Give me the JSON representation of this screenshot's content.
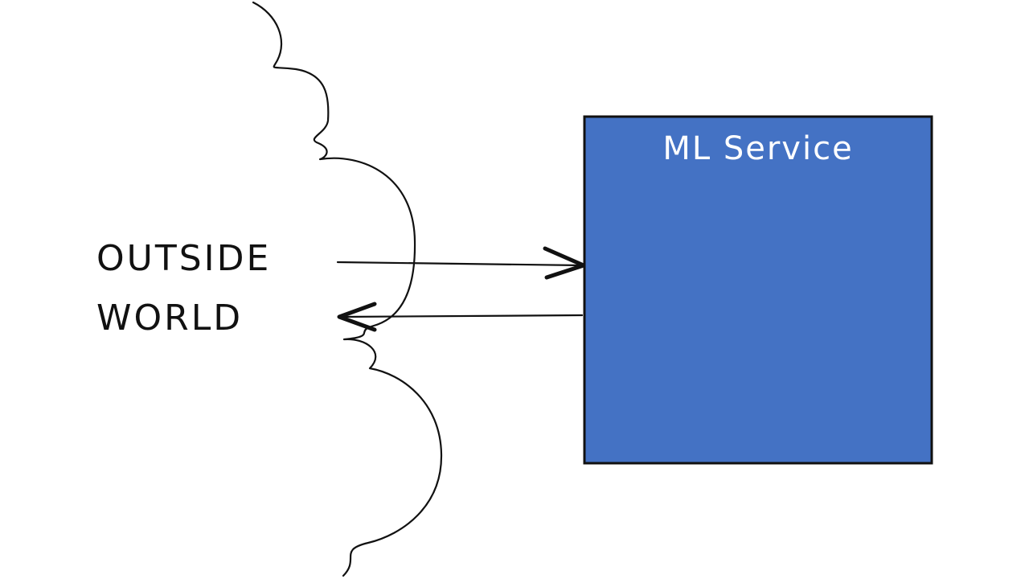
{
  "outside_world": {
    "line1": "OUTSIDE",
    "line2": "WORLD"
  },
  "service": {
    "label": "ML Service",
    "fill_color": "#4472C4",
    "text_color": "#FFFFFF"
  },
  "colors": {
    "stroke": "#111111",
    "background": "#FFFFFF"
  }
}
